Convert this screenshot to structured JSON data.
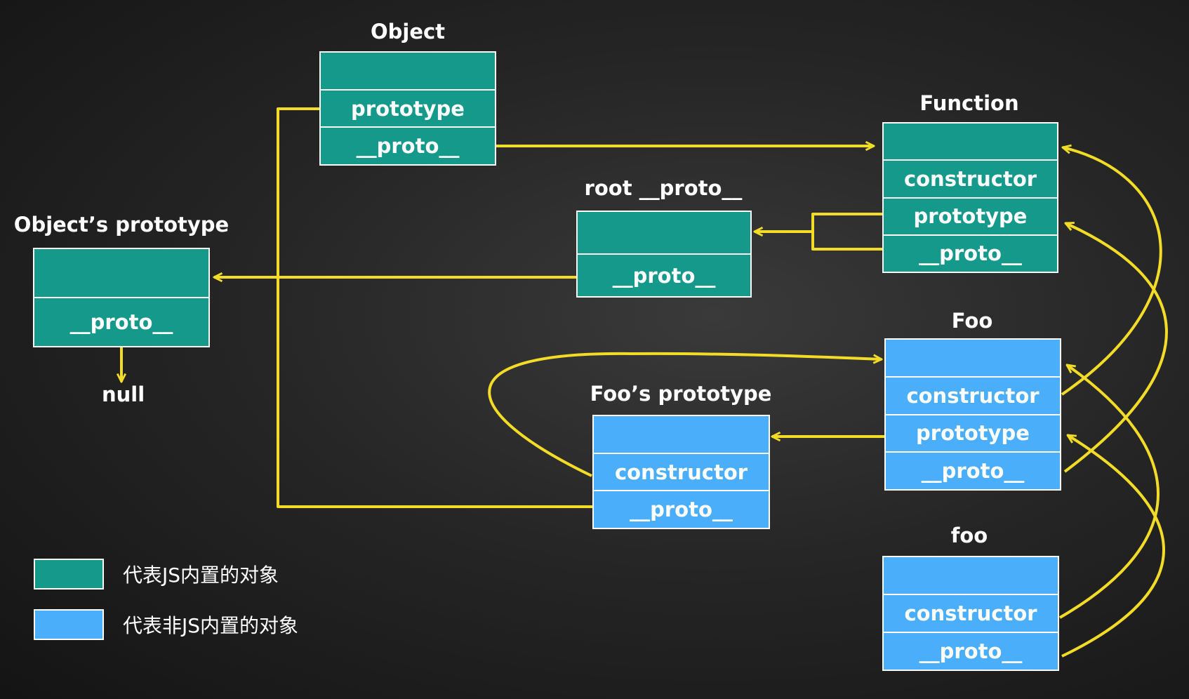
{
  "colors": {
    "builtin": "#14998a",
    "custom": "#4aaefa",
    "arrow": "#f2dc27"
  },
  "nodes": {
    "object": {
      "title": "Object",
      "rows": [
        "",
        "prototype",
        "__proto__"
      ]
    },
    "function": {
      "title": "Function",
      "rows": [
        "",
        "constructor",
        "prototype",
        "__proto__"
      ]
    },
    "root_proto": {
      "title": "root __proto__",
      "rows": [
        "",
        "__proto__"
      ]
    },
    "object_prototype": {
      "title": "Object’s prototype",
      "rows": [
        "",
        "__proto__"
      ]
    },
    "foo": {
      "title": "Foo",
      "rows": [
        "",
        "constructor",
        "prototype",
        "__proto__"
      ]
    },
    "foo_prototype": {
      "title": "Foo’s prototype",
      "rows": [
        "",
        "constructor",
        "__proto__"
      ]
    },
    "foo_instance": {
      "title": "foo",
      "rows": [
        "",
        "constructor",
        "__proto__"
      ]
    }
  },
  "null_label": "null",
  "legend": {
    "builtin_label": "代表JS内置的对象",
    "custom_label": "代表非JS内置的对象"
  }
}
